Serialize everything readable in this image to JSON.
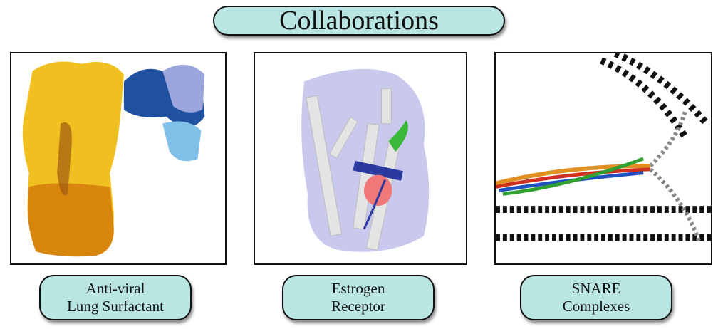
{
  "title": "Collaborations",
  "panels": [
    {
      "label_line1": "Anti-viral",
      "label_line2": "Lung Surfactant",
      "image": "protein-surface-complex"
    },
    {
      "label_line1": "Estrogen",
      "label_line2": "Receptor",
      "image": "estrogen-receptor-structure"
    },
    {
      "label_line1": "SNARE",
      "label_line2": "Complexes",
      "image": "snare-membrane-fusion"
    }
  ],
  "colors": {
    "pill": "#b9e5e3",
    "border": "#111111"
  }
}
